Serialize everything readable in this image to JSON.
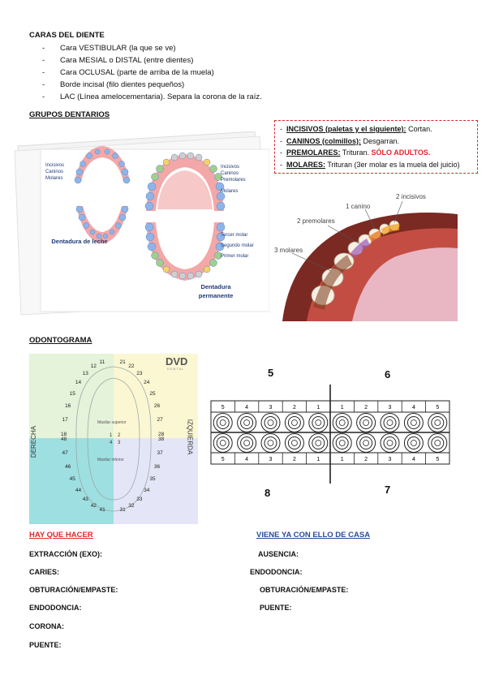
{
  "caras": {
    "title": "CARAS DEL DIENTE",
    "items": [
      "Cara VESTIBULAR (la que se ve)",
      "Cara MESIAL o DISTAL (entre dientes)",
      "Cara OCLUSAL (parte de arriba de la muela)",
      "Borde incisal (filo dientes pequeños)",
      "LAC (Línea amelocementaria). Separa la corona de la raíz."
    ]
  },
  "grupos": {
    "title": "GRUPOS DENTARIOS",
    "callout": [
      {
        "dash": "-",
        "term": "INCISIVOS (paletas y el siguiente):",
        "rest": " Cortan."
      },
      {
        "dash": "-",
        "term": "CANINOS (colmillos):",
        "rest": " Desgarran."
      },
      {
        "dash": "-",
        "term": "PREMOLARES:",
        "rest": " Trituran. ",
        "red": "SÓLO ADULTOS."
      },
      {
        "dash": "-",
        "term": "MOLARES:",
        "rest": " Trituran (3er molar es la muela del juicio)"
      }
    ],
    "fig_left": {
      "leche_labels": [
        "Incisivos",
        "Caninos",
        "Molares"
      ],
      "leche_caption": "Dentadura de leche",
      "perm_labels_top": [
        "Incisivos",
        "Caninos",
        "Premolares",
        "Molares"
      ],
      "perm_labels_bottom": [
        "Tercer molar",
        "Segundo molar",
        "Primer molar"
      ],
      "perm_caption": "Dentadura permanente"
    },
    "fig_right": {
      "labels": [
        "2 incisivos",
        "1 canino",
        "2 premolares",
        "3 molares"
      ]
    }
  },
  "odonto": {
    "title": "ODONTOGRAMA",
    "brand": "DVD",
    "brand_sub": "DENTAL",
    "side_left": "DERECHA",
    "side_right": "IZQUIERDA",
    "maxilar_sup": "Maxilar superior",
    "maxilar_inf": "Maxilar inferior",
    "quad1": [
      "11",
      "12",
      "13",
      "14",
      "15",
      "16",
      "17",
      "18"
    ],
    "quad2": [
      "21",
      "22",
      "23",
      "24",
      "25",
      "26",
      "27",
      "28"
    ],
    "quad3": [
      "31",
      "32",
      "33",
      "34",
      "35",
      "36",
      "37",
      "38"
    ],
    "quad4": [
      "41",
      "42",
      "43",
      "44",
      "45",
      "46",
      "47",
      "48"
    ],
    "inner_top": [
      "1",
      "2"
    ],
    "inner_bottom": [
      "4",
      "3"
    ],
    "chart_quads": [
      "5",
      "6",
      "8",
      "7"
    ],
    "chart_top_nums": [
      "5",
      "4",
      "3",
      "2",
      "1",
      "1",
      "2",
      "3",
      "4",
      "5"
    ],
    "chart_bottom_nums": [
      "5",
      "4",
      "3",
      "2",
      "1",
      "1",
      "2",
      "3",
      "4",
      "5"
    ]
  },
  "forms": {
    "left_title": "HAY QUE HACER",
    "left_items": [
      "EXTRACCIÓN (EXO):",
      "CARIES:",
      "OBTURACIÓN/EMPASTE:",
      "ENDODONCIA:",
      "CORONA:",
      "PUENTE:"
    ],
    "right_title": "VIENE YA CON ELLO DE CASA",
    "right_items": [
      "AUSENCIA:",
      "ENDODONCIA:",
      "OBTURACIÓN/EMPASTE:",
      "PUENTE:"
    ]
  }
}
